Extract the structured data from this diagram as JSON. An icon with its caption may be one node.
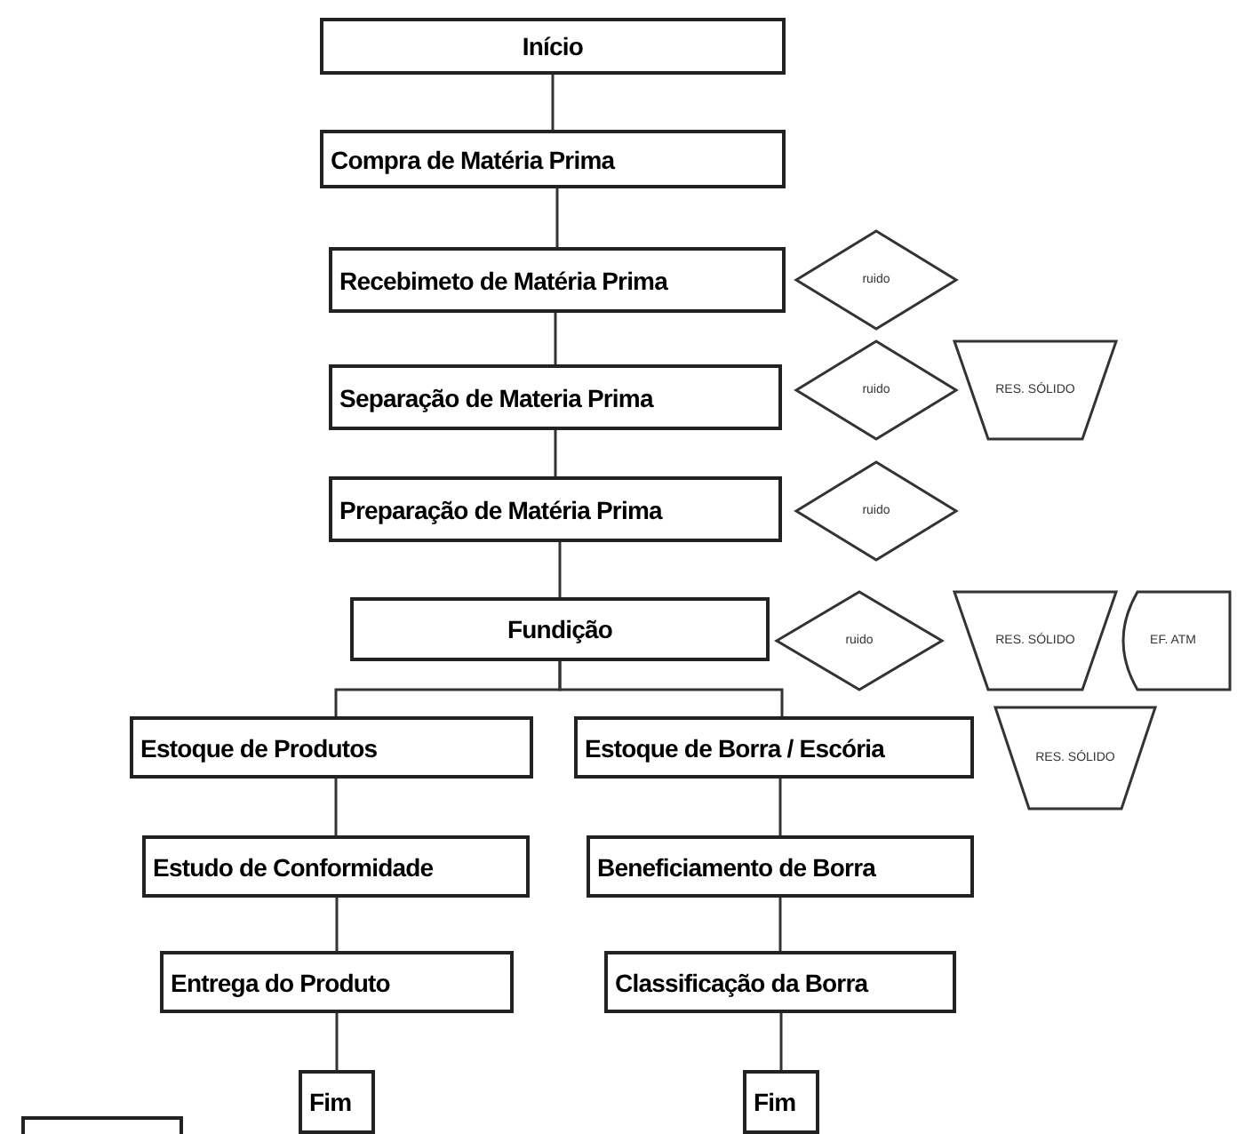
{
  "diagram": {
    "nodes": [
      {
        "text": [
          "Início"
        ]
      },
      {
        "text": [
          "Compra de Matéria Prima"
        ]
      },
      {
        "text": [
          "Recebimeto de Matéria Prima"
        ]
      },
      {
        "text": [
          "ruido"
        ]
      },
      {
        "text": [
          "Separação de Materia Prima"
        ]
      },
      {
        "text": [
          "ruido"
        ]
      },
      {
        "text": [
          "RES. SÓLIDO"
        ]
      },
      {
        "text": [
          "Preparação de Matéria Prima"
        ]
      },
      {
        "text": [
          "ruido"
        ]
      },
      {
        "text": [
          "Fundição"
        ]
      },
      {
        "text": [
          "ruido"
        ]
      },
      {
        "text": [
          "RES. SÓLIDO"
        ]
      },
      {
        "text": [
          "EF. ATM"
        ]
      },
      {
        "text": [
          "Estoque de Produtos"
        ]
      },
      {
        "text": [
          "Estoque de Borra / Escória"
        ]
      },
      {
        "text": [
          "RES. SÓLIDO"
        ]
      },
      {
        "text": [
          "Estudo de Conformidade"
        ]
      },
      {
        "text": [
          "Beneficiamento de Borra"
        ]
      },
      {
        "text": [
          "Entrega do Produto"
        ]
      },
      {
        "text": [
          "Classificação da Borra"
        ]
      },
      {
        "text": [
          "Fim"
        ]
      },
      {
        "text": [
          "Fim"
        ]
      },
      {
        "text": [],
        "shape": "box"
      }
    ],
    "edges": [
      {
        "from": 0,
        "to": 1,
        "arrow": "none"
      },
      {
        "from": 1,
        "to": 2,
        "arrow": "none"
      },
      {
        "from": 2,
        "to": 4,
        "arrow": "none"
      },
      {
        "from": 4,
        "to": 7,
        "arrow": "none"
      },
      {
        "from": 7,
        "to": 9,
        "arrow": "none"
      },
      {
        "from": 9,
        "to": 13,
        "arrow": "none"
      },
      {
        "from": 9,
        "to": 14,
        "arrow": "none"
      },
      {
        "from": 13,
        "to": 16,
        "arrow": "none"
      },
      {
        "from": 16,
        "to": 18,
        "arrow": "none"
      },
      {
        "from": 18,
        "to": 20,
        "arrow": "none"
      },
      {
        "from": 14,
        "to": 17,
        "arrow": "none"
      },
      {
        "from": 17,
        "to": 19,
        "arrow": "none"
      },
      {
        "from": 19,
        "to": 21,
        "arrow": "none"
      }
    ]
  }
}
